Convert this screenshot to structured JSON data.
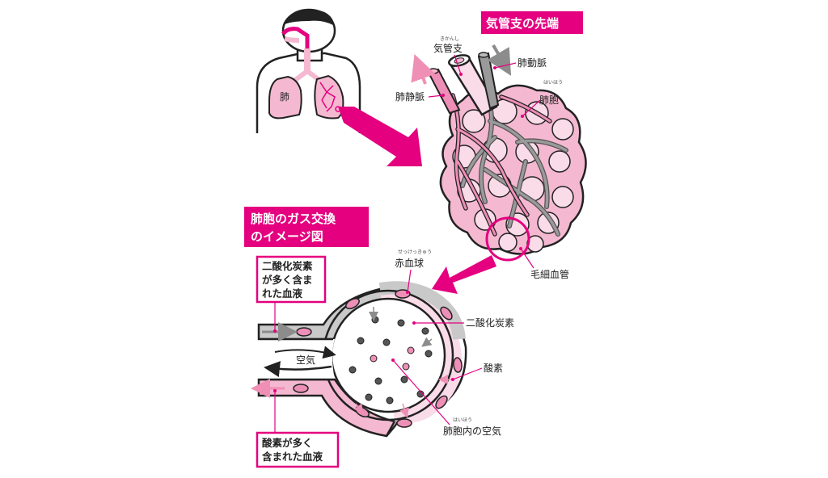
{
  "colors": {
    "magenta": "#e4007f",
    "pink": "#f4b8d0",
    "pink_light": "#fadbe8",
    "gray": "#8c8c8c",
    "gray_light": "#c9c9c9",
    "outline": "#222222"
  },
  "titles": {
    "bronchi_tip": "気管支の先端",
    "gas_exchange_line1": "肺胞のガス交換",
    "gas_exchange_line2": "のイメージ図"
  },
  "labels": {
    "lung": "肺",
    "bronchus": "気管支",
    "bronchus_ruby": "きかんし",
    "pulmonary_artery": "肺動脈",
    "pulmonary_vein": "肺静脈",
    "alveolus": "肺胞",
    "alveolus_ruby": "はいほう",
    "capillary": "毛細血管",
    "red_blood_cell": "赤血球",
    "red_blood_cell_ruby": "せっけっきゅう",
    "carbon_dioxide": "二酸化炭素",
    "oxygen": "酸素",
    "air": "空気",
    "alveolar_air": "肺胞内の空気",
    "alveolar_air_ruby": "はいほう"
  },
  "boxes": {
    "co2_blood": [
      "二酸化炭素",
      "が多く含ま",
      "れた血液"
    ],
    "o2_blood": [
      "酸素が多く",
      "含まれた血液"
    ]
  },
  "icons": {
    "arrow_to_cluster": "big-pink-arrow-icon",
    "arrow_to_detail": "big-pink-arrow-icon"
  }
}
